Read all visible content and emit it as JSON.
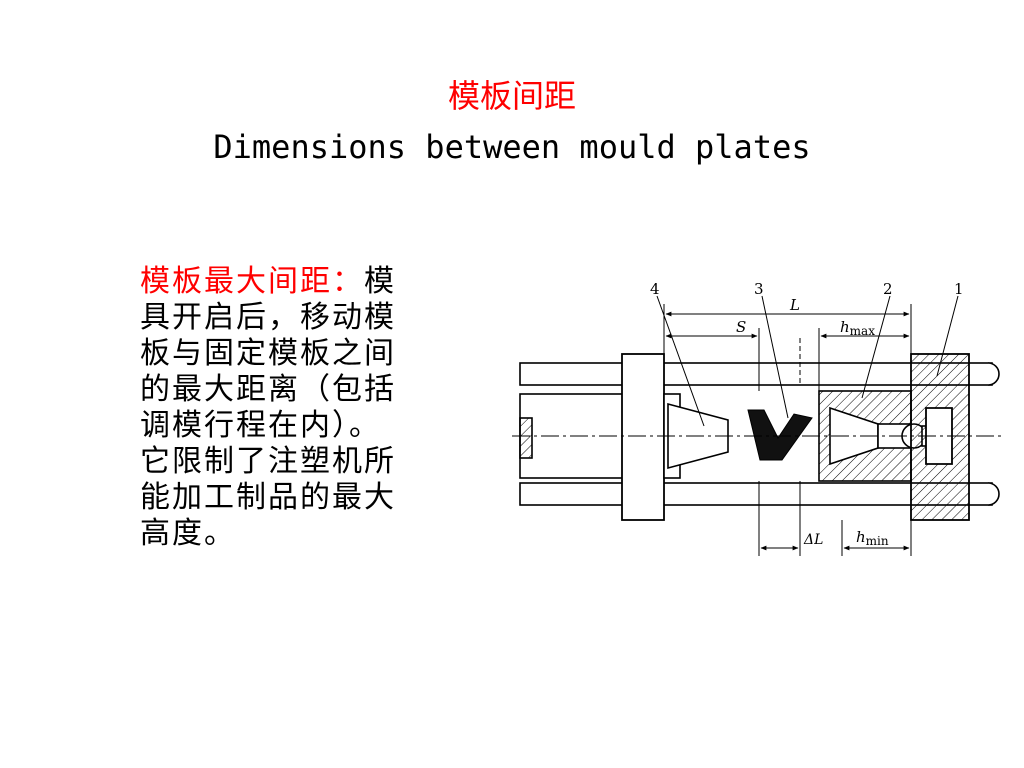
{
  "title": {
    "zh": "模板间距",
    "en": "Dimensions between mould plates"
  },
  "body": {
    "heading": "模板最大间距：",
    "paragraph1": "模具开启后，移动模板与固定模板之间的最大距离（包括调模行程在内）。",
    "paragraph2": "它限制了注塑机所能加工制品的最大高度。"
  },
  "diagram": {
    "part_labels": [
      "4",
      "3",
      "2",
      "1"
    ],
    "dimensions": {
      "L": "L",
      "S": "S",
      "h_max": "h",
      "h_max_sub": "max",
      "delta_L": "ΔL",
      "h_min": "h",
      "h_min_sub": "min"
    }
  },
  "colors": {
    "accent": "#ff0000",
    "text": "#000000",
    "background": "#ffffff"
  }
}
